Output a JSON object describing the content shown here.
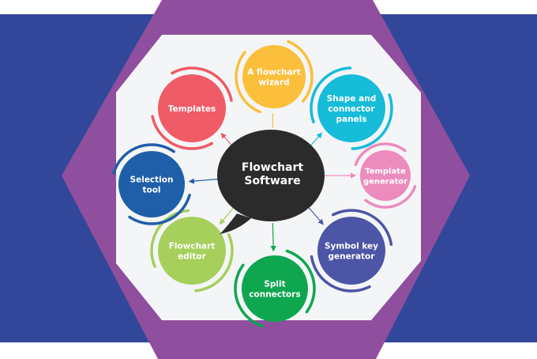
{
  "colors": {
    "background_blue": "#33479a",
    "hexagon_purple": "#8f4f9e",
    "octagon_fill": "#f4f5f7",
    "center_bubble": "#2b2b2b"
  },
  "center": {
    "lines": [
      "Flowchart",
      "Software"
    ]
  },
  "nodes": [
    {
      "id": "wizard",
      "lines": [
        "A flowchart",
        "wizard"
      ],
      "color": "#fbbf3b"
    },
    {
      "id": "shape-panels",
      "lines": [
        "Shape and",
        "connector",
        "panels"
      ],
      "color": "#17bcd9"
    },
    {
      "id": "template-generator",
      "lines": [
        "Template",
        "generator"
      ],
      "color": "#ec8bbd"
    },
    {
      "id": "symbol-key",
      "lines": [
        "Symbol key",
        "generator"
      ],
      "color": "#4d55a6"
    },
    {
      "id": "split-connectors",
      "lines": [
        "Split",
        "connectors"
      ],
      "color": "#0fa650"
    },
    {
      "id": "flowchart-editor",
      "lines": [
        "Flowchart",
        "editor"
      ],
      "color": "#a6cf5c"
    },
    {
      "id": "selection-tool",
      "lines": [
        "Selection",
        "tool"
      ],
      "color": "#1f5ea8"
    },
    {
      "id": "templates",
      "lines": [
        "Templates"
      ],
      "color": "#ef5b66"
    }
  ]
}
